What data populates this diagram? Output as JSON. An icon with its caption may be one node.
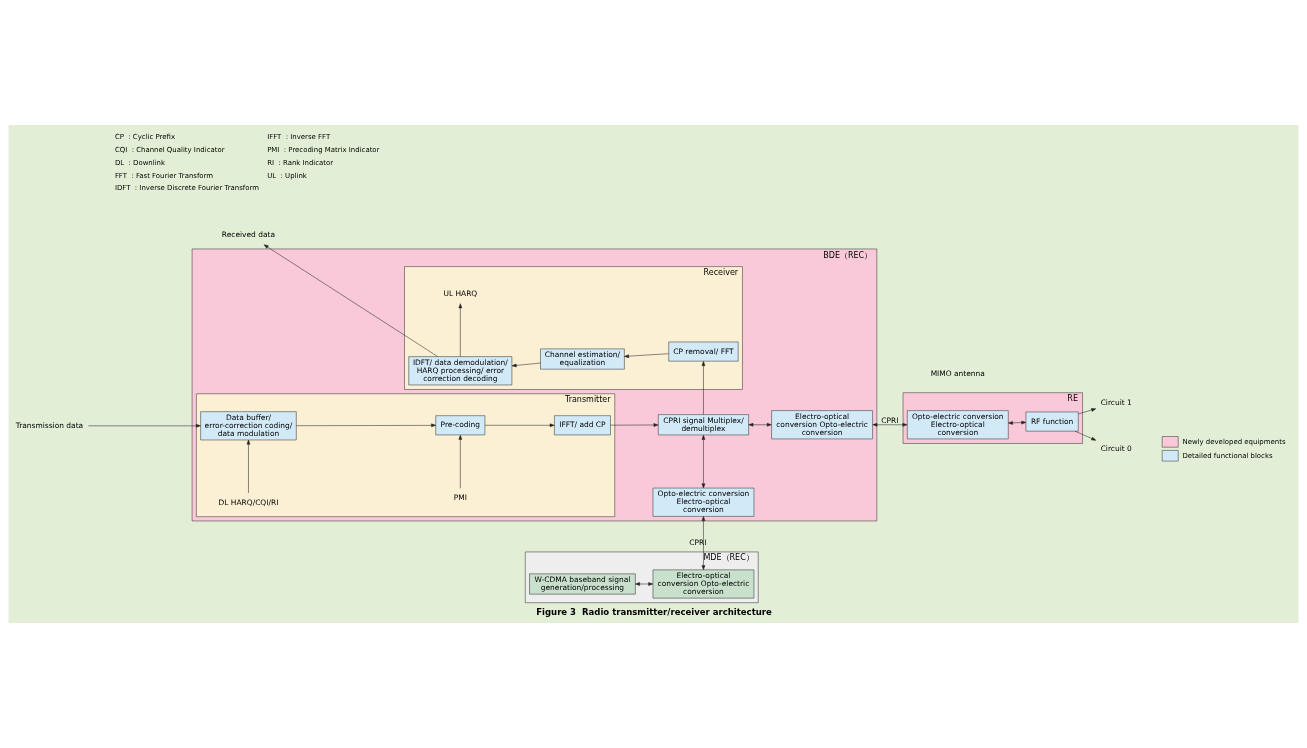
{
  "diagram": {
    "caption": "Figure 3  Radio transmitter/receiver architecture",
    "nodes": [
      {
        "text": [
          "MDE（REC）"
        ]
      },
      {
        "text": [
          "W-CDMA baseband signal generation/processing"
        ],
        "in": 0
      },
      {
        "text": [
          "Electro-optical conversion Opto-electric conversion"
        ],
        "in": 0
      },
      {
        "text": [
          "BDE（REC）"
        ]
      },
      {
        "text": [
          "Transmitter"
        ],
        "in": 3
      },
      {
        "text": [
          "DL HARQ/CQI/RI"
        ],
        "in": 4
      },
      {
        "text": [
          "PMI"
        ],
        "in": 4
      },
      {
        "text": [
          "Data buffer/ error-correction coding/ data modulation"
        ],
        "in": 4
      },
      {
        "text": [
          "Pre-coding"
        ],
        "in": 4
      },
      {
        "text": [
          "IFFT/ add CP"
        ],
        "in": 4
      },
      {
        "text": [
          "Opto-electric conversion Electro-optical conversion"
        ],
        "in": 3
      },
      {
        "text": [
          "CPRI signal Multiplex/ demultiplex"
        ],
        "in": 3
      },
      {
        "text": [
          "Electro-optical conversion Opto-electric conversion"
        ],
        "in": 3
      },
      {
        "text": [
          "Receiver"
        ],
        "in": 3
      },
      {
        "text": [
          "CP removal/ FFT"
        ],
        "in": 13
      },
      {
        "text": [
          "Channel estimation/ equalization"
        ],
        "in": 13
      },
      {
        "text": [
          "IDFT/ data demodulation/ HARQ processing/ error correction decoding"
        ],
        "in": 13
      },
      {
        "text": [
          "UL HARQ"
        ],
        "in": 13
      },
      {
        "text": [
          "Received data"
        ]
      },
      {
        "text": [
          "Transmission data"
        ]
      },
      {
        "text": [
          "RE"
        ]
      },
      {
        "text": [
          "Opto-electric conversion Electro-optical conversion"
        ],
        "in": 20
      },
      {
        "text": [
          "RF function"
        ],
        "in": 20
      },
      {
        "text": [
          "Circuit 1"
        ]
      },
      {
        "text": [
          "Circuit 0"
        ]
      }
    ],
    "edges": [
      {
        "from": 1,
        "to": 2,
        "arrow": "both"
      },
      {
        "from": 2,
        "to": 10,
        "arrow": "both",
        "label": "CPRI"
      },
      {
        "from": 5,
        "to": 7,
        "arrow": "to"
      },
      {
        "from": 6,
        "to": 8,
        "arrow": "to"
      },
      {
        "from": 19,
        "to": 7,
        "arrow": "to"
      },
      {
        "from": 7,
        "to": 8,
        "arrow": "to"
      },
      {
        "from": 8,
        "to": 9,
        "arrow": "to"
      },
      {
        "from": 9,
        "to": 11,
        "arrow": "to"
      },
      {
        "from": 10,
        "to": 11,
        "arrow": "both"
      },
      {
        "from": 11,
        "to": 12,
        "arrow": "both"
      },
      {
        "from": 12,
        "to": 21,
        "arrow": "both",
        "label": "CPRI"
      },
      {
        "from": 21,
        "to": 22,
        "arrow": "both"
      },
      {
        "from": 22,
        "to": 23,
        "arrow": "to"
      },
      {
        "from": 22,
        "to": 24,
        "arrow": "to"
      },
      {
        "from": 11,
        "to": 14,
        "arrow": "to"
      },
      {
        "from": 14,
        "to": 15,
        "arrow": "to"
      },
      {
        "from": 15,
        "to": 16,
        "arrow": "to"
      },
      {
        "from": 16,
        "to": 18,
        "arrow": "to"
      },
      {
        "from": 16,
        "to": 17,
        "arrow": "to"
      }
    ],
    "labels": [
      "MIMO antenna",
      "CP  : Cyclic Prefix",
      "IFFT  : Inverse FFT",
      "CQI  : Channel Quality Indicator",
      "PMI  : Precoding Matrix Indicator",
      "DL  : Downlink",
      "RI  : Rank Indicator",
      "FFT  : Fast Fourier Transform",
      "UL  : Uplink",
      "IDFT  : Inverse Discrete Fourier Transform"
    ],
    "legend": [
      {
        "text": "Newly developed equipments",
        "color": "#f9c9d9"
      },
      {
        "text": "Detailed functional blocks",
        "color": "#d2e9f7"
      }
    ]
  }
}
